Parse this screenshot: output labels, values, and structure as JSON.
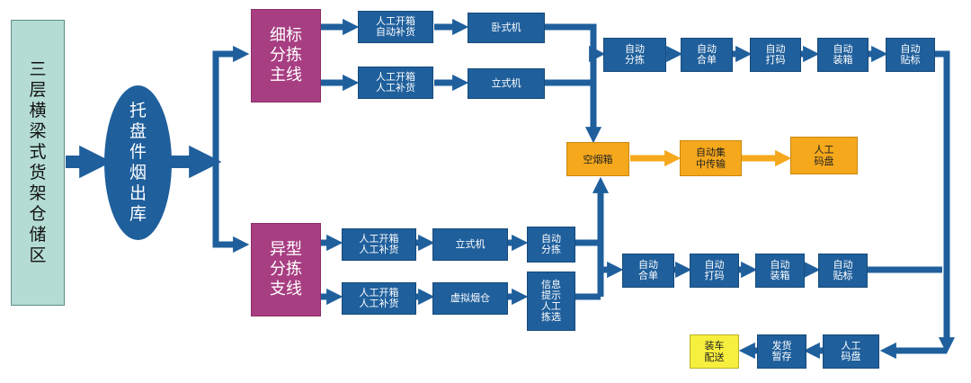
{
  "nodes": {
    "storage": "三\n层\n横\n梁\n式\n货\n架\n仓\n储\n区",
    "outbound": "托\n盘\n件\n烟\n出\n库",
    "fine_main": "细标\n分拣\n主线",
    "odd_branch": "异型\n分拣\n支线",
    "upper_manual_auto": "人工开箱\n自动补货",
    "upper_manual_manual": "人工开箱\n人工补货",
    "horizontal_machine": "卧式机",
    "vertical_machine_upper": "立式机",
    "upper_sort": "自动\n分拣",
    "upper_merge": "自动\n合单",
    "upper_code": "自动\n打码",
    "upper_pack": "自动\n装箱",
    "upper_label": "自动\n贴标",
    "empty_box": "空烟箱",
    "central_transport": "自动集\n中传输",
    "manual_stack_mid": "人工\n码盘",
    "odd_manual_1": "人工开箱\n人工补货",
    "vertical_machine_lower": "立式机",
    "odd_sort": "自动\n分拣",
    "odd_manual_2": "人工开箱\n人工补货",
    "virtual_warehouse": "虚拟烟仓",
    "info_pick": "信息\n提示\n人工\n拣选",
    "lower_merge": "自动\n合单",
    "lower_code": "自动\n打码",
    "lower_pack": "自动\n装箱",
    "lower_label": "自动\n贴标",
    "manual_stack_bottom": "人工\n码盘",
    "dispatch_hold": "发货\n暂存",
    "load_deliver": "装车\n配送"
  },
  "colors": {
    "arrow": "#1f5f9c",
    "arrow_orange": "#f5a81c",
    "process": "#1f5f9c",
    "line_node": "#a83e82",
    "empty_box": "#f5a81c",
    "final": "#f7ef3d",
    "storage": "#b4dcd4"
  }
}
